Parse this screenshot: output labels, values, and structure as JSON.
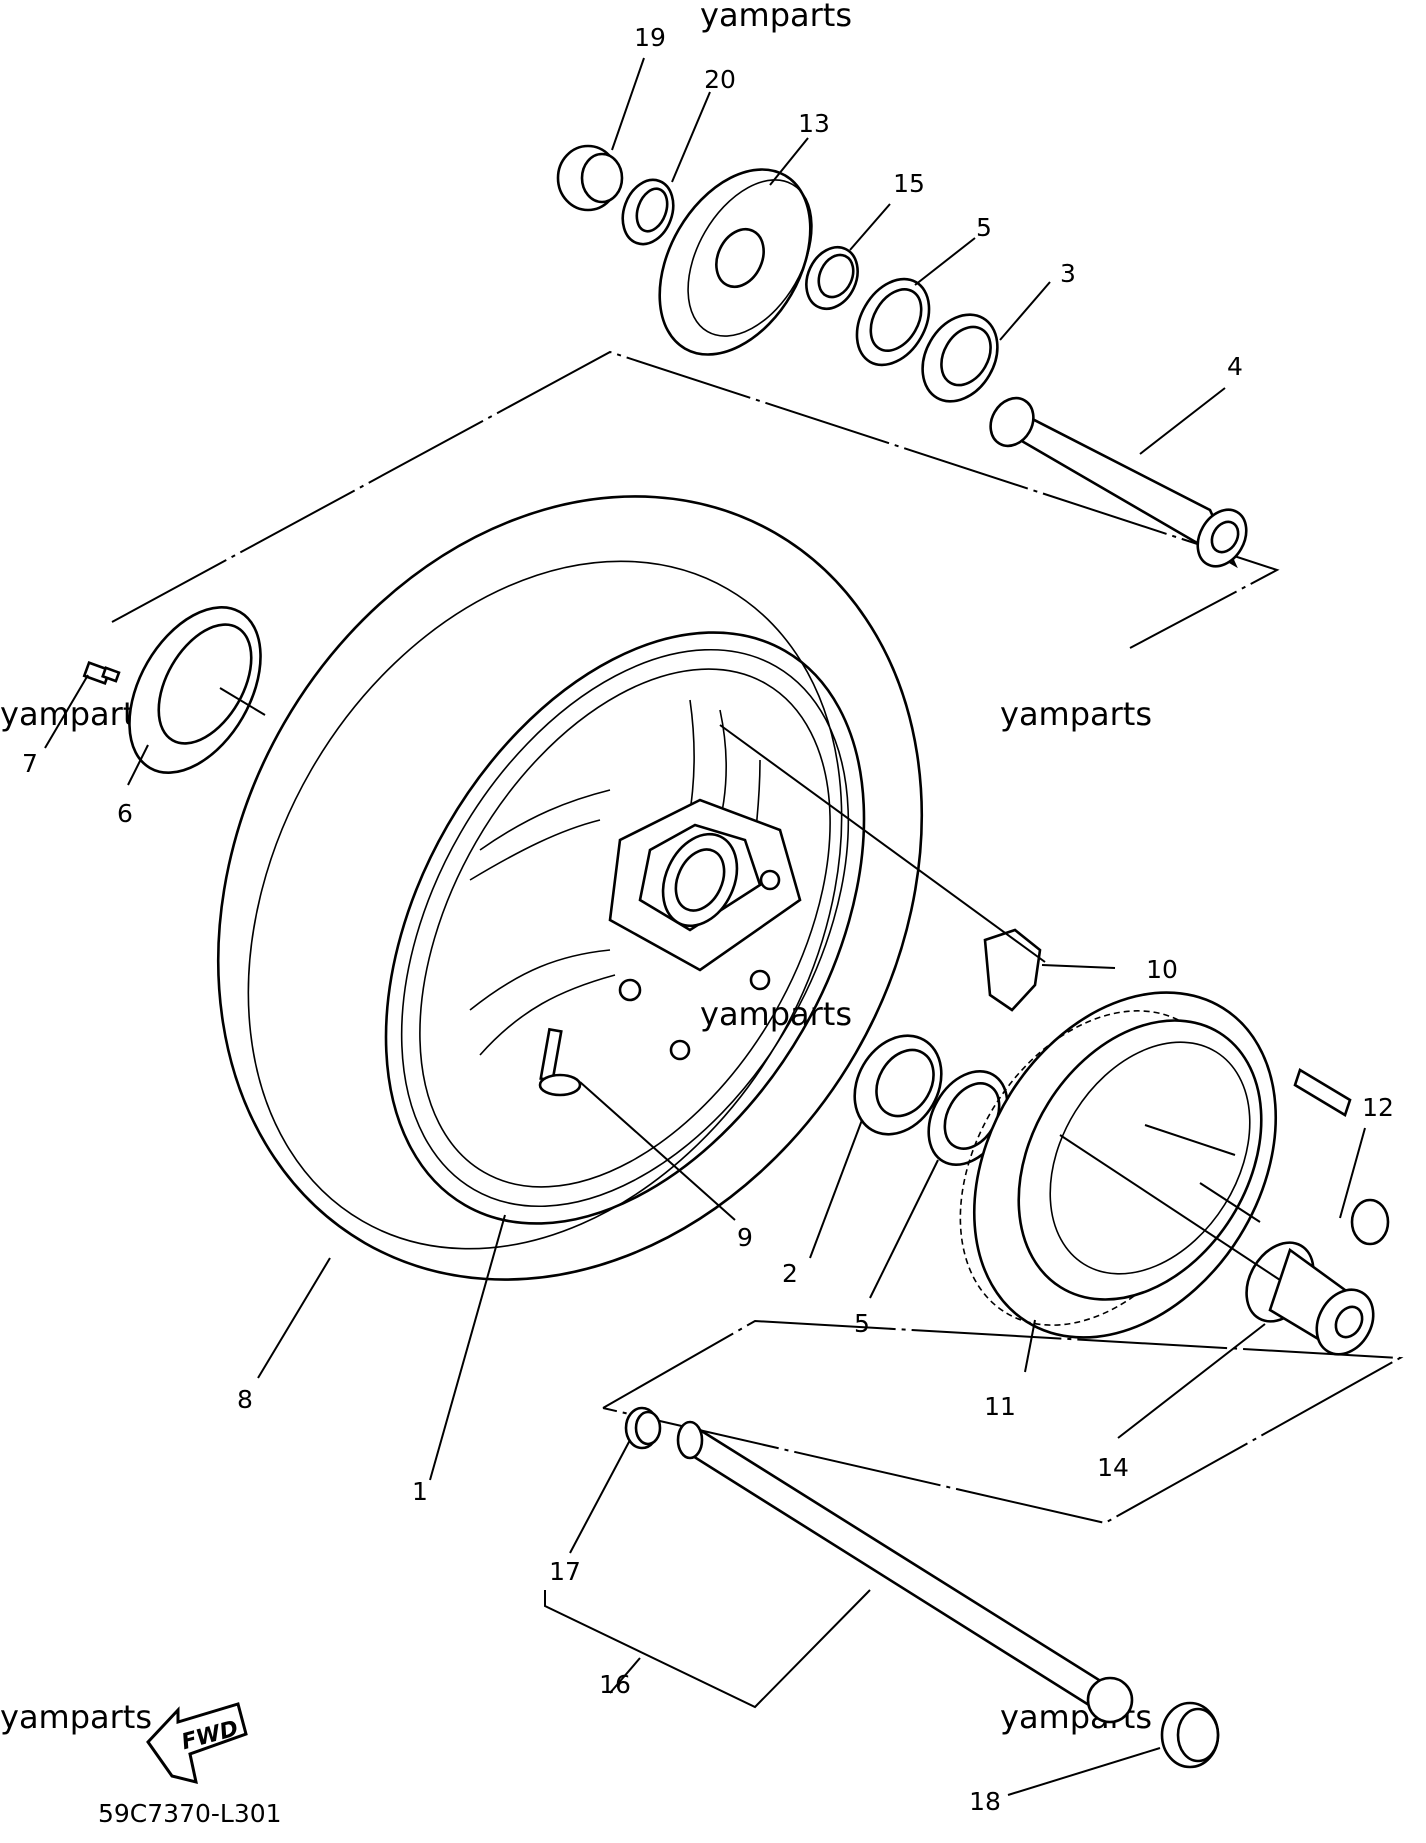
{
  "diagram": {
    "part_code": "59C7370-L301",
    "fwd_label": "FWD",
    "watermarks": [
      "yamparts",
      "yamparts",
      "yamparts",
      "yamparts",
      "yamparts",
      "yamparts"
    ],
    "callouts": [
      "1",
      "2",
      "3",
      "4",
      "5",
      "5",
      "6",
      "7",
      "8",
      "9",
      "10",
      "11",
      "12",
      "13",
      "14",
      "15",
      "16",
      "17",
      "18",
      "19",
      "20"
    ]
  }
}
